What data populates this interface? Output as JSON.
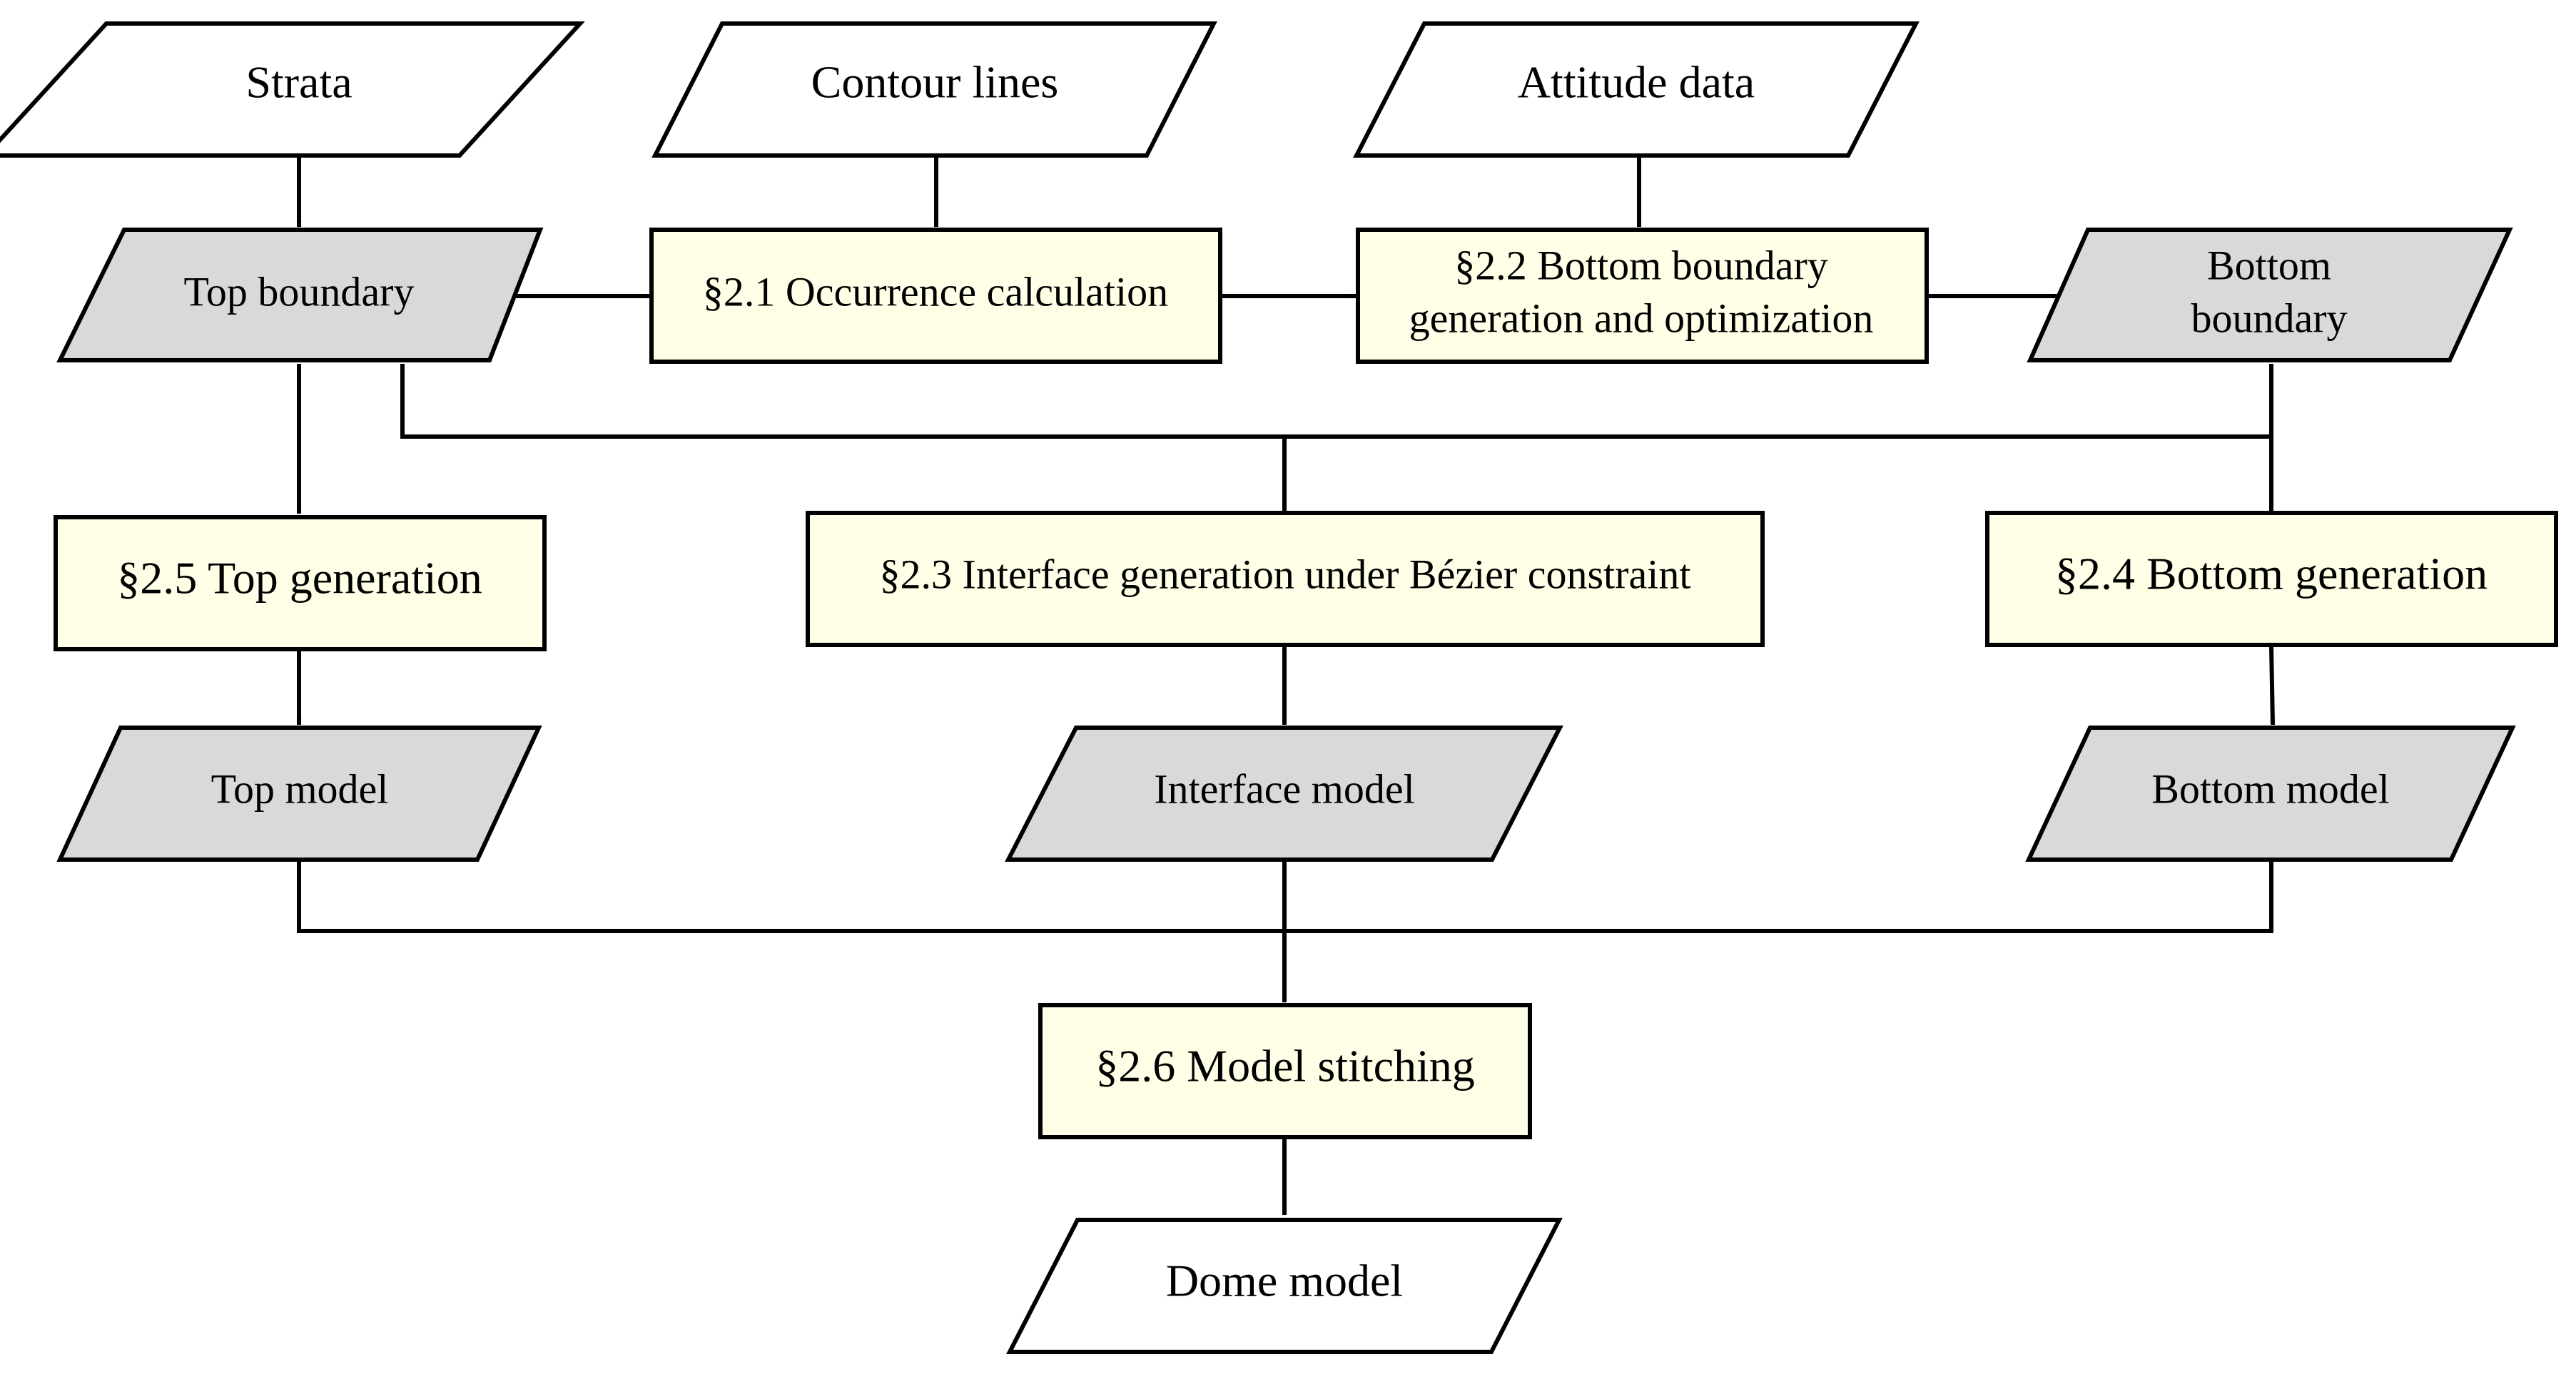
{
  "colors": {
    "io_white": "#ffffff",
    "io_gray": "#d9d9d9",
    "process": "#ffffe8",
    "stroke": "#000000"
  },
  "nodes": {
    "strata": {
      "label": "Strata"
    },
    "contour_lines": {
      "label": "Contour lines"
    },
    "attitude_data": {
      "label": "Attitude data"
    },
    "top_boundary": {
      "label": "Top boundary"
    },
    "occurrence_calc": {
      "label": "§2.1 Occurrence calculation"
    },
    "bottom_boundary_gen": {
      "line1": "§2.2 Bottom boundary",
      "line2": "generation and optimization"
    },
    "bottom_boundary": {
      "line1": "Bottom",
      "line2": "boundary"
    },
    "top_generation": {
      "label": "§2.5 Top generation"
    },
    "interface_generation": {
      "label": "§2.3 Interface generation under Bézier constraint"
    },
    "bottom_generation": {
      "label": "§2.4 Bottom generation"
    },
    "top_model": {
      "label": "Top model"
    },
    "interface_model": {
      "label": "Interface model"
    },
    "bottom_model": {
      "label": "Bottom model"
    },
    "model_stitching": {
      "label": "§2.6 Model stitching"
    },
    "dome_model": {
      "label": "Dome model"
    }
  }
}
